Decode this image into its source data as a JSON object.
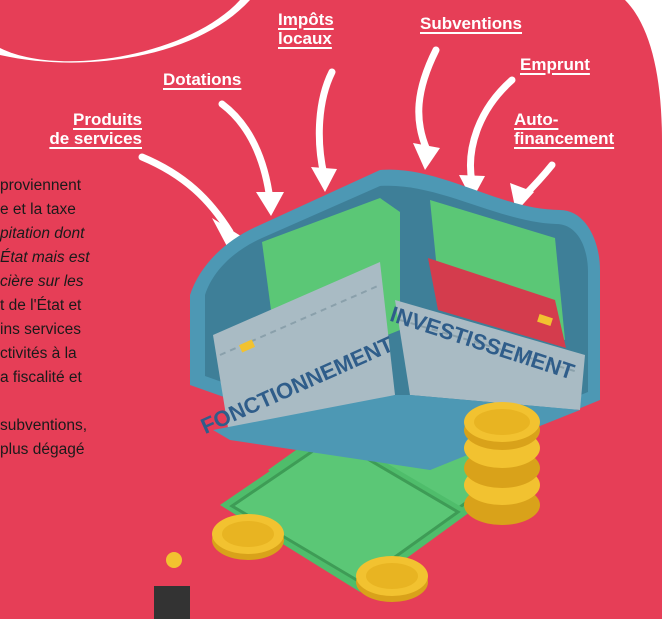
{
  "colors": {
    "background": "#e63e57",
    "label_text": "#ffffff",
    "body_text": "#1a1a1a",
    "coin": "#f2c230",
    "wallet_outer": "#4d98b4",
    "wallet_inner": "#a9bbc4",
    "banknote": "#5bc776",
    "card": "#d43c4d"
  },
  "labels": {
    "produits_services": [
      "Produits",
      "de services"
    ],
    "dotations": [
      "Dotations"
    ],
    "impots_locaux": [
      "Impôts",
      "locaux"
    ],
    "subventions": [
      "Subventions"
    ],
    "emprunt": [
      "Emprunt"
    ],
    "autofinancement": [
      "Auto-",
      "financement"
    ]
  },
  "wallet": {
    "left_section": "FONCTIONNEMENT",
    "right_section": "INVESTISSEMENT"
  },
  "body_text": [
    {
      "text": "proviennent",
      "italic": false
    },
    {
      "text": "e et la taxe",
      "italic": false
    },
    {
      "text": "pitation dont",
      "italic": true
    },
    {
      "text": "État mais est",
      "italic": true
    },
    {
      "text": "cière sur les",
      "italic": true
    },
    {
      "text": "t de l'État et",
      "italic": false
    },
    {
      "text": "ins services",
      "italic": false
    },
    {
      "text": "ctivités à la",
      "italic": false
    },
    {
      "text": "a fiscalité et",
      "italic": false
    },
    {
      "text": "",
      "italic": false
    },
    {
      "text": "subventions,",
      "italic": false
    },
    {
      "text": "plus dégagé",
      "italic": false
    }
  ],
  "icons": [
    "arrow-icon",
    "wallet-icon",
    "banknote-icon",
    "coin-icon",
    "card-icon"
  ]
}
